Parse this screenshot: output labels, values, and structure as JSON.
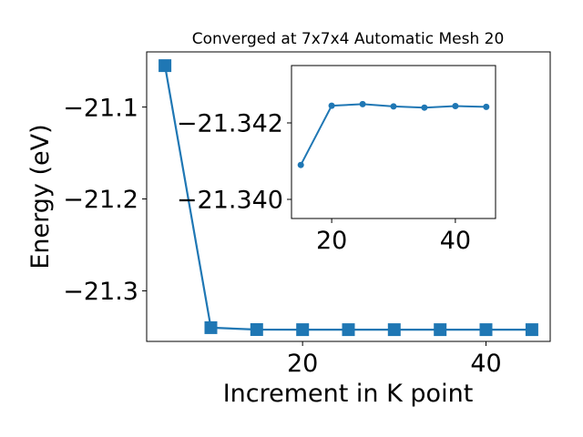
{
  "chart_data": [
    {
      "type": "line",
      "title": "Converged at 7x7x4 Automatic Mesh 20",
      "xlabel": "Increment in K point",
      "ylabel": "Energy (eV)",
      "x": [
        5,
        10,
        15,
        20,
        25,
        30,
        35,
        40,
        45
      ],
      "series": [
        {
          "values": [
            -21.055,
            -21.34,
            -21.3421,
            -21.3422,
            -21.3422,
            -21.3422,
            -21.3422,
            -21.3422,
            -21.3422
          ]
        }
      ],
      "xlim": [
        3.0,
        47.0
      ],
      "ylim": [
        -21.355,
        -21.04
      ],
      "xticks": [
        20,
        40
      ],
      "xtick_labels": [
        "20",
        "40"
      ],
      "yticks": [
        -21.1,
        -21.2,
        -21.3
      ],
      "ytick_labels": [
        "−21.1",
        "−21.2",
        "−21.3"
      ],
      "grid": false,
      "marker": "square",
      "color": "#1f77b4"
    },
    {
      "type": "line",
      "title": "",
      "xlabel": "",
      "ylabel": "",
      "x": [
        15,
        20,
        25,
        30,
        35,
        40,
        45
      ],
      "series": [
        {
          "values": [
            -21.3409,
            -21.34245,
            -21.34249,
            -21.34243,
            -21.3424,
            -21.34244,
            -21.34242
          ]
        }
      ],
      "xlim": [
        13.5,
        46.5
      ],
      "ylim": [
        -21.3395,
        -21.3435
      ],
      "y_inverted": true,
      "xticks": [
        20,
        40
      ],
      "xtick_labels": [
        "20",
        "40"
      ],
      "yticks": [
        -21.342,
        -21.34
      ],
      "ytick_labels": [
        "−21.342",
        "−21.340"
      ],
      "grid": false,
      "marker": "circle",
      "color": "#1f77b4"
    }
  ]
}
